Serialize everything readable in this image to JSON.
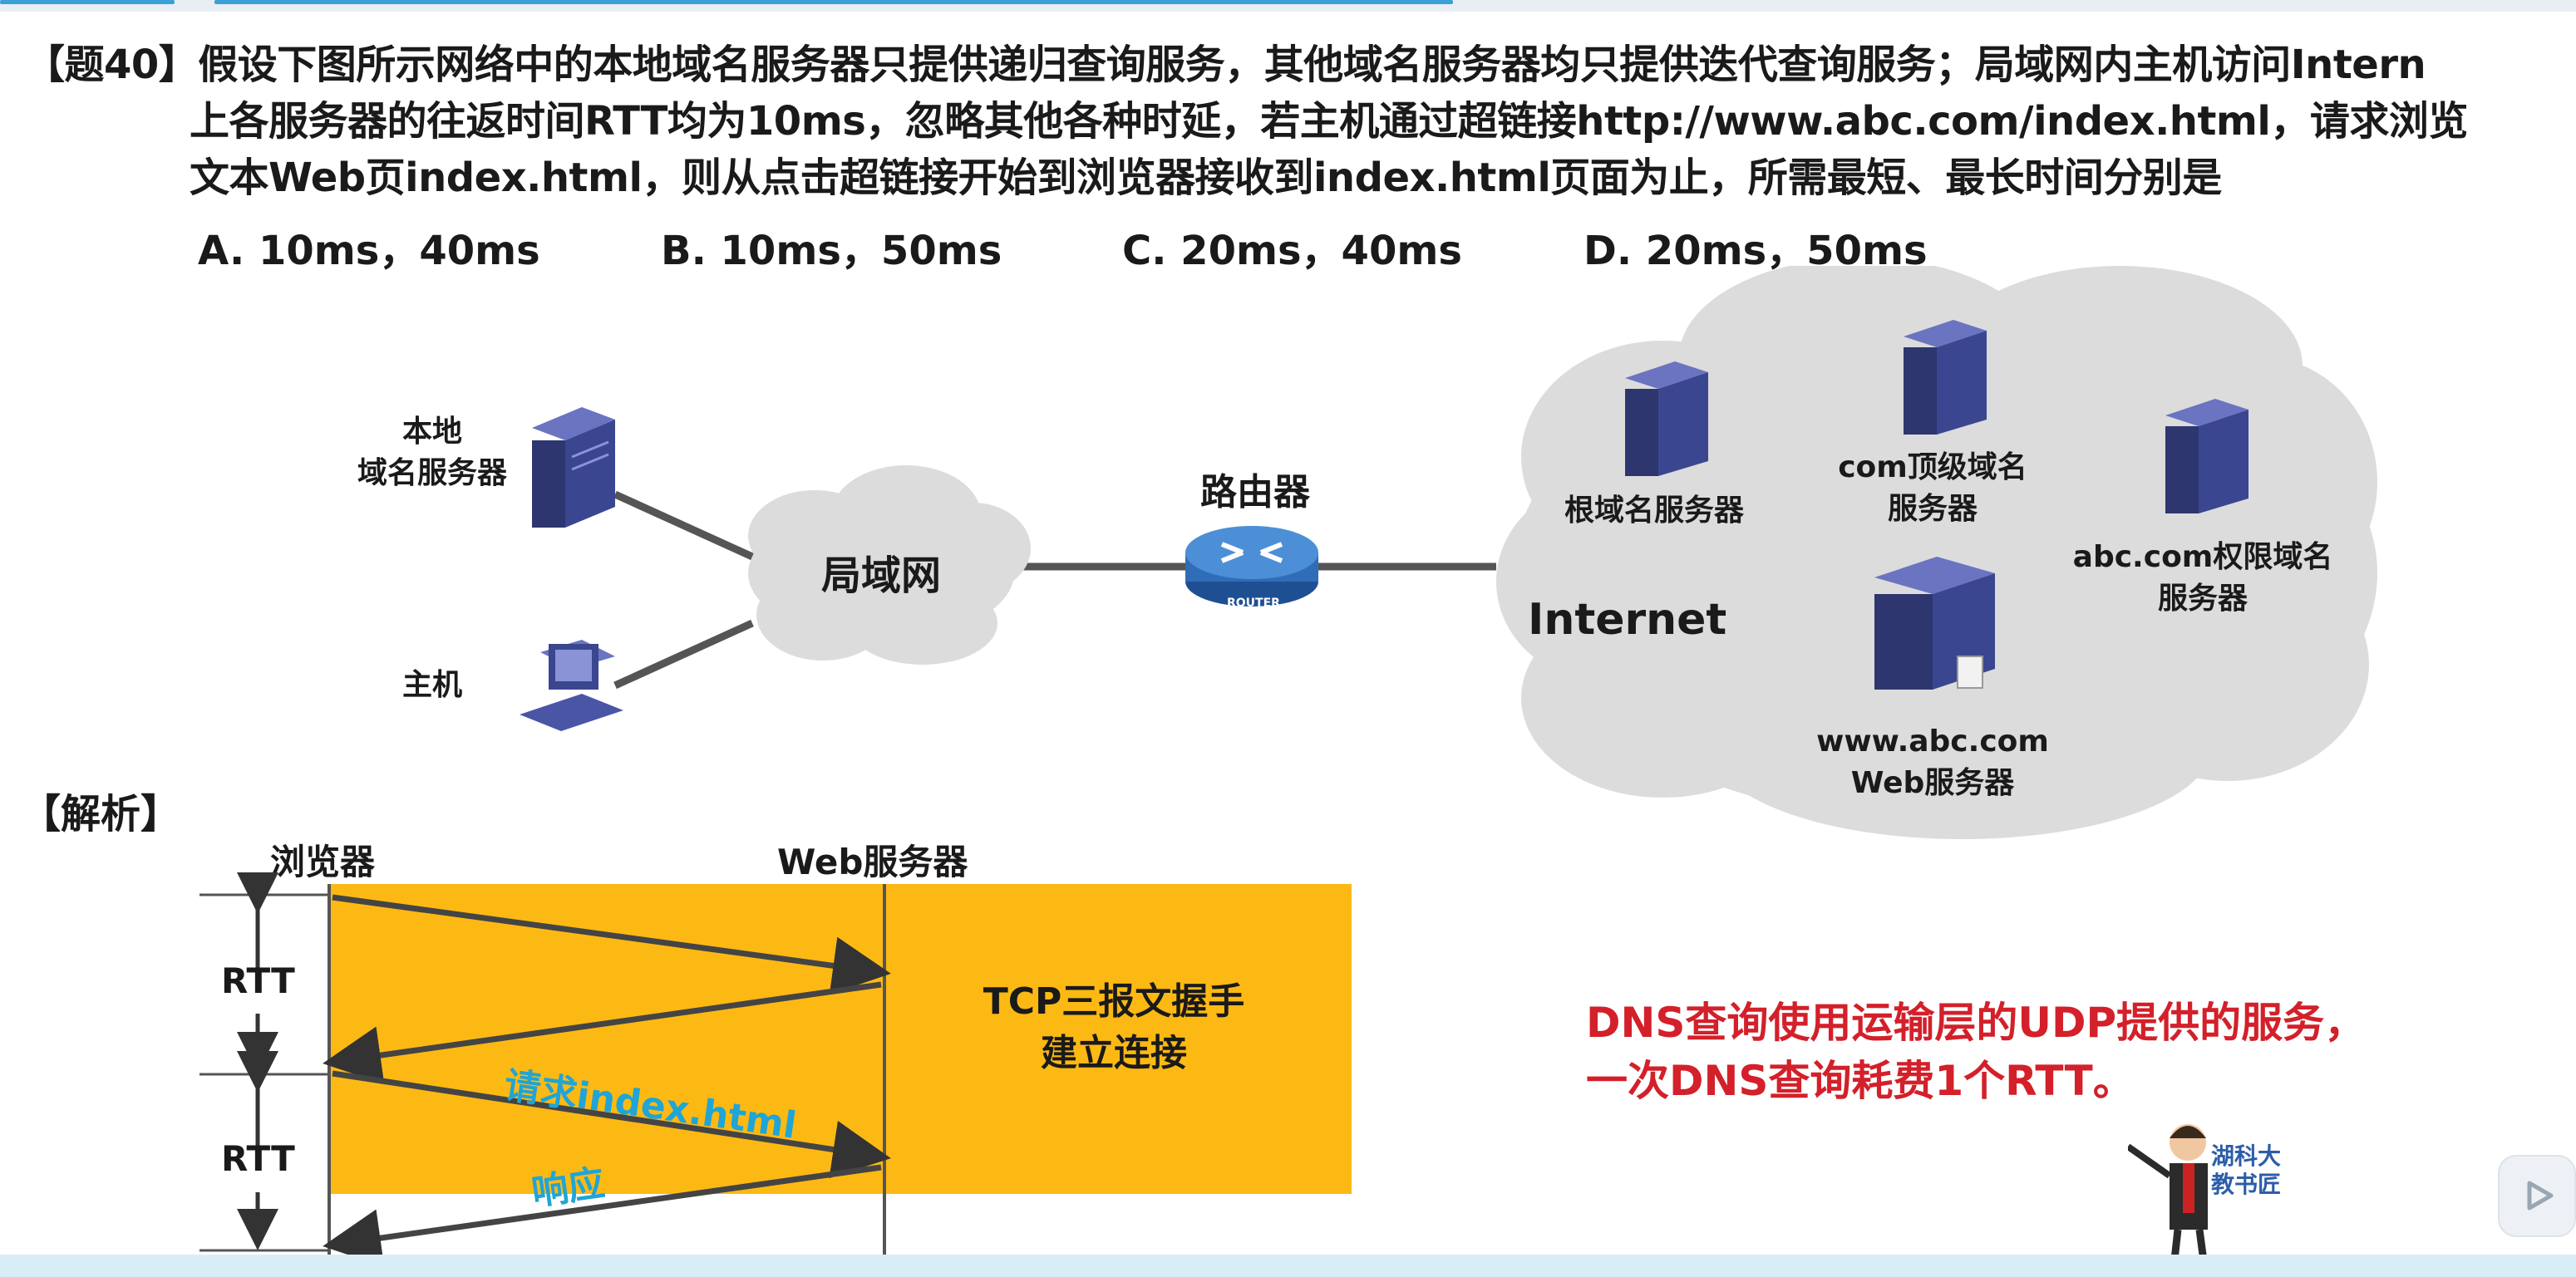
{
  "question": {
    "line1": "【题40】假设下图所示网络中的本地域名服务器只提供递归查询服务，其他域名服务器均只提供迭代查询服务；局域网内主机访问Intern",
    "line2": "上各服务器的往返时间RTT均为10ms，忽略其他各种时延，若主机通过超链接http://www.abc.com/index.html，请求浏览",
    "line3": "文本Web页index.html，则从点击超链接开始到浏览器接收到index.html页面为止，所需最短、最长时间分别是"
  },
  "options": [
    {
      "label": "A. 10ms，40ms"
    },
    {
      "label": "B. 10ms，50ms"
    },
    {
      "label": "C. 20ms，40ms"
    },
    {
      "label": "D. 20ms，50ms"
    }
  ],
  "network": {
    "local_dns_line1": "本地",
    "local_dns_line2": "域名服务器",
    "host": "主机",
    "lan": "局域网",
    "router": "路由器",
    "router_badge": "ROUTER",
    "internet": "Internet",
    "root_dns": "根域名服务器",
    "com_dns_line1": "com顶级域名",
    "com_dns_line2": "服务器",
    "abc_dns_line1": "abc.com权限域名",
    "abc_dns_line2": "服务器",
    "web_line1": "www.abc.com",
    "web_line2": "Web服务器"
  },
  "analysis": {
    "title": "【解析】",
    "browser": "浏览器",
    "web_server": "Web服务器",
    "rtt1": "RTT",
    "rtt2": "RTT",
    "tcp_line1": "TCP三报文握手",
    "tcp_line2": "建立连接",
    "request": "请求index.html",
    "response": "响应",
    "note_line1": "DNS查询使用运输层的UDP提供的服务，",
    "note_line2": "一次DNS查询耗费1个RTT。"
  },
  "watermark": {
    "line1": "湖科大",
    "line2": "教书匠"
  },
  "colors": {
    "highlight": "#fdb913",
    "cloud": "#dcdcdc",
    "server": "#3b4690",
    "note_red": "#d3202a",
    "teal": "#1fa5d6"
  }
}
